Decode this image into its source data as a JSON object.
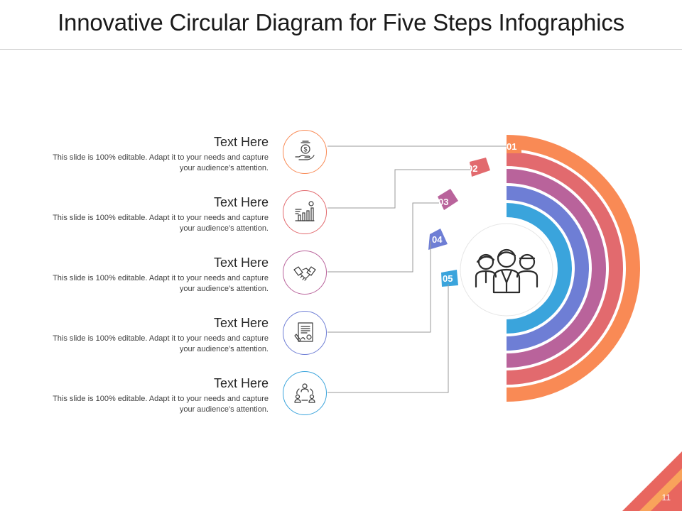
{
  "title": "Innovative Circular Diagram for Five Steps Infographics",
  "page_number": "11",
  "colors": {
    "step1": "#F98A55",
    "step2": "#E26A6E",
    "step3": "#B9639B",
    "step4": "#6E7ED5",
    "step5": "#3AA4DC",
    "connector": "#9a9a9a",
    "corner": "#E8665F"
  },
  "steps": [
    {
      "number": "01",
      "heading": "Text Here",
      "description": "This slide is 100% editable. Adapt it to your needs and capture your audience’s attention.",
      "icon": "money-hand-icon"
    },
    {
      "number": "02",
      "heading": "Text Here",
      "description": "This slide is 100% editable. Adapt it to your needs and capture your audience’s attention.",
      "icon": "growth-chart-icon"
    },
    {
      "number": "03",
      "heading": "Text Here",
      "description": "This slide is 100% editable. Adapt it to your needs and capture your audience’s attention.",
      "icon": "handshake-icon"
    },
    {
      "number": "04",
      "heading": "Text Here",
      "description": "This slide is 100% editable. Adapt it to your needs and capture your audience’s attention.",
      "icon": "contract-sign-icon"
    },
    {
      "number": "05",
      "heading": "Text Here",
      "description": "This slide is 100% editable. Adapt it to your needs and capture your audience’s attention.",
      "icon": "team-network-icon"
    }
  ],
  "center_icon": "team-people-icon"
}
